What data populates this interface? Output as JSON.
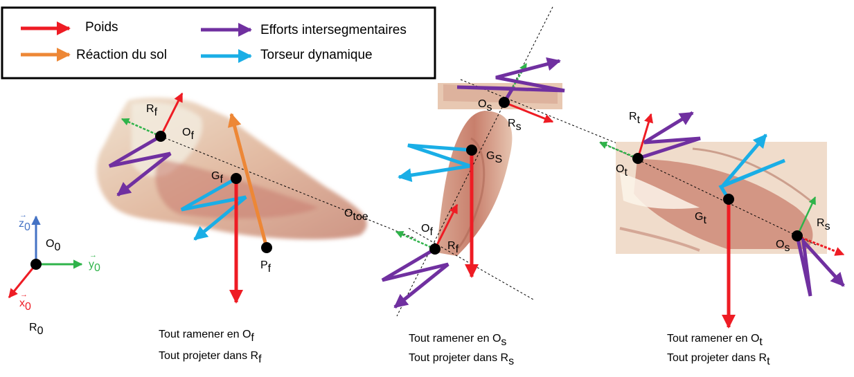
{
  "colors": {
    "poids": "#ee1c24",
    "reaction": "#ed8736",
    "efforts": "#7030a0",
    "torseur": "#1aaee6",
    "y_axis": "#2fb34a",
    "z_axis": "#4472c4"
  },
  "legend": {
    "poids": "Poids",
    "reaction": "Réaction du sol",
    "efforts": "Efforts intersegmentaires",
    "torseur": "Torseur dynamique"
  },
  "frame": {
    "z": "z",
    "z_sub": "0",
    "y": "y",
    "y_sub": "0",
    "x": "x",
    "x_sub": "0",
    "origin": "O",
    "origin_sub": "0",
    "ref": "R",
    "ref_sub": "0"
  },
  "foot": {
    "Rf": "R",
    "Rf_sub": "f",
    "Of": "O",
    "Of_sub": "f",
    "Gf": "G",
    "Gf_sub": "f",
    "Pf": "P",
    "Pf_sub": "f",
    "Otoe": "O",
    "Otoe_sub": "toe",
    "caption_line1": "Tout ramener en ",
    "caption_pt": "O",
    "caption_pt_sub": "f",
    "caption_line2": "Tout projeter dans ",
    "caption_ref": "R",
    "caption_ref_sub": "f"
  },
  "shank": {
    "Os": "O",
    "Os_sub": "s",
    "Rs": "R",
    "Rs_sub": "s",
    "Gs": "G",
    "Gs_sub": "S",
    "Of": "O",
    "Of_sub": "f",
    "Rf": "R",
    "Rf_sub": "f",
    "caption_line1": "Tout ramener en ",
    "caption_pt": "O",
    "caption_pt_sub": "s",
    "caption_line2": "Tout projeter dans ",
    "caption_ref": "R",
    "caption_ref_sub": "s"
  },
  "thigh": {
    "Rt": "R",
    "Rt_sub": "t",
    "Ot": "O",
    "Ot_sub": "t",
    "Gt": "G",
    "Gt_sub": "t",
    "Os": "O",
    "Os_sub": "s",
    "Rs": "R",
    "Rs_sub": "s",
    "caption_line1": "Tout ramener en ",
    "caption_pt": "O",
    "caption_pt_sub": "t",
    "caption_line2": "Tout projeter dans ",
    "caption_ref": "R",
    "caption_ref_sub": "t"
  }
}
